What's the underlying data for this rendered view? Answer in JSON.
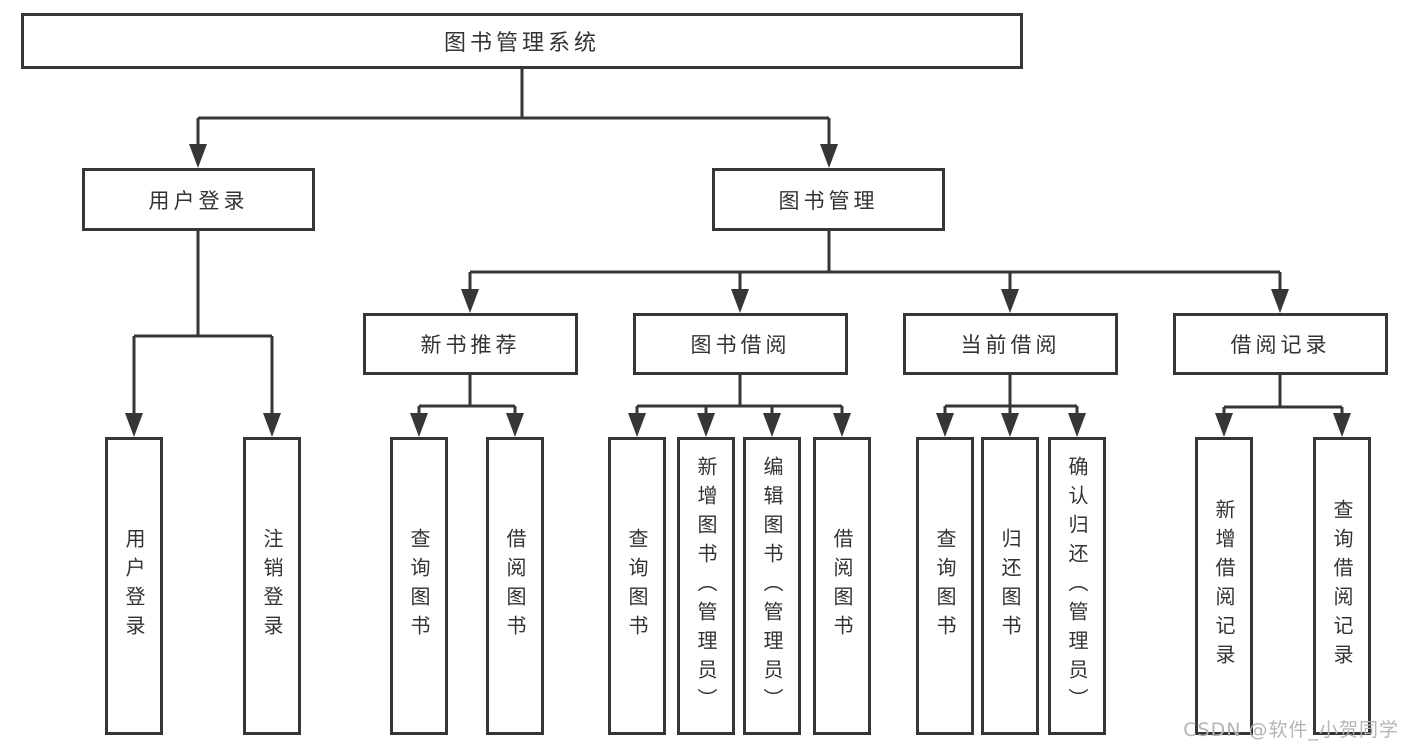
{
  "colors": {
    "line": "#363636",
    "box_border": "#363636",
    "box_fill": "#ffffff",
    "text": "#333333",
    "watermark": "#b5b5b5",
    "background": "#ffffff"
  },
  "watermark": {
    "text": "CSDN @软件_小贺同学"
  },
  "tree": {
    "root": {
      "label": "图书管理系统",
      "children": [
        {
          "label": "用户登录",
          "children": [
            {
              "label": "用户登录"
            },
            {
              "label": "注销登录"
            }
          ]
        },
        {
          "label": "图书管理",
          "children": [
            {
              "label": "新书推荐",
              "children": [
                {
                  "label": "查询图书"
                },
                {
                  "label": "借阅图书"
                }
              ]
            },
            {
              "label": "图书借阅",
              "children": [
                {
                  "label": "查询图书"
                },
                {
                  "label": "新增图书（管理员）"
                },
                {
                  "label": "编辑图书（管理员）"
                },
                {
                  "label": "借阅图书"
                }
              ]
            },
            {
              "label": "当前借阅",
              "children": [
                {
                  "label": "查询图书"
                },
                {
                  "label": "归还图书"
                },
                {
                  "label": "确认归还（管理员）"
                }
              ]
            },
            {
              "label": "借阅记录",
              "children": [
                {
                  "label": "新增借阅记录"
                },
                {
                  "label": "查询借阅记录"
                }
              ]
            }
          ]
        }
      ]
    }
  }
}
